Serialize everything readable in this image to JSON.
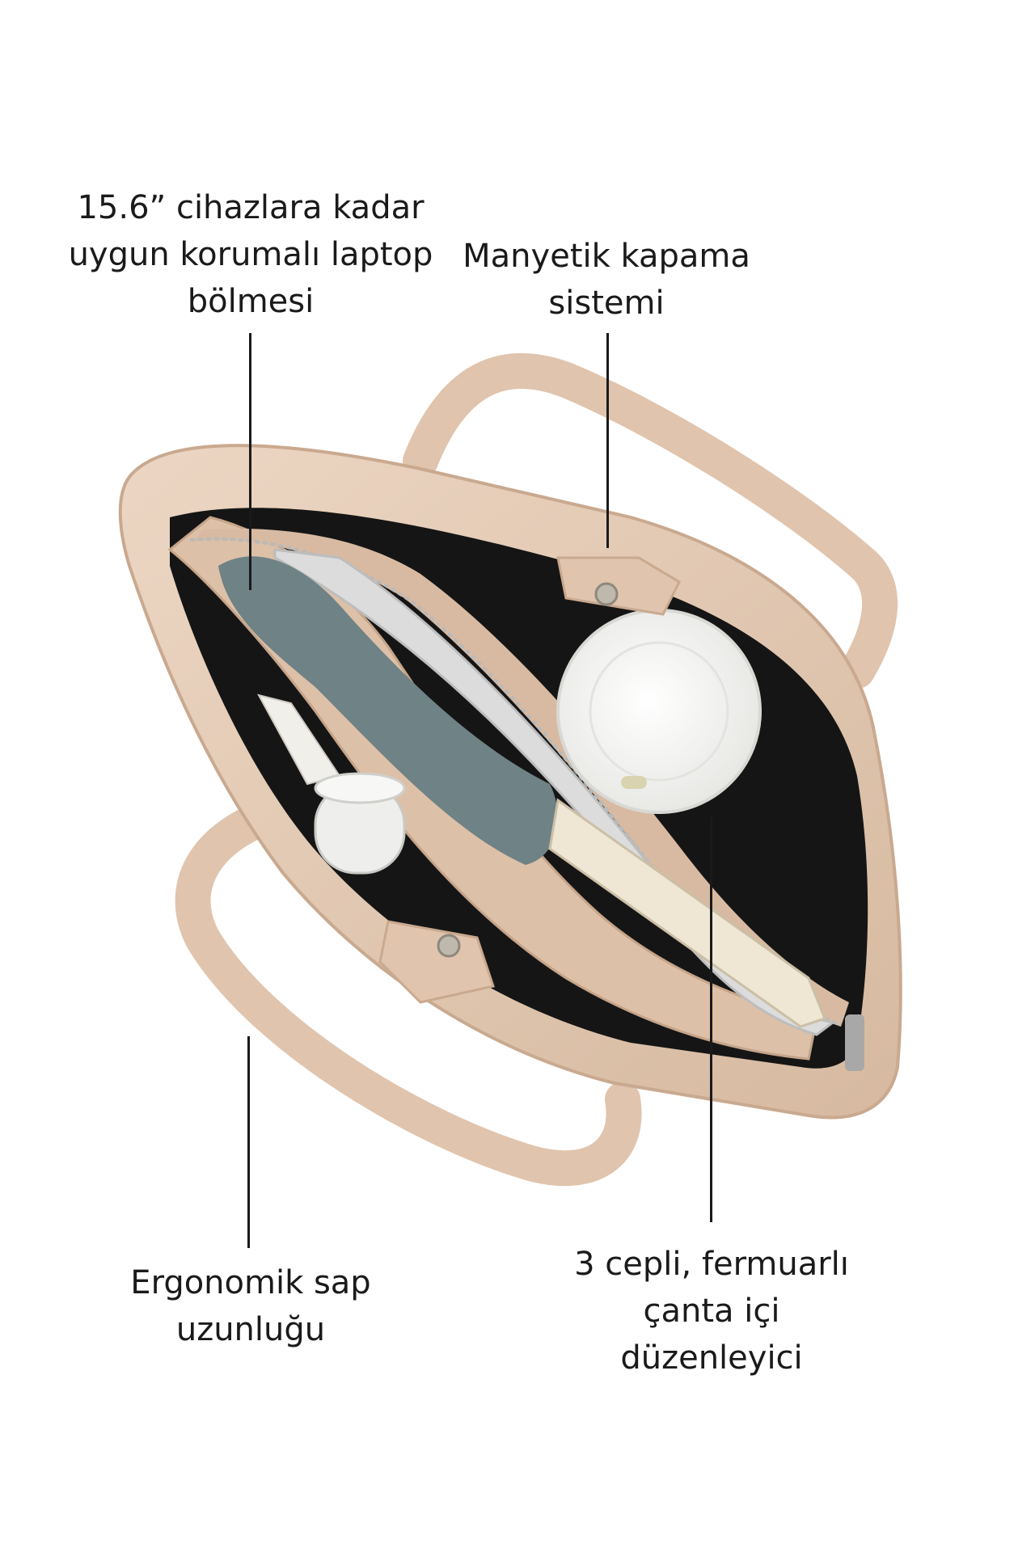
{
  "captions": {
    "laptop": [
      "15.6” cihazlara kadar",
      "uygun korumalı laptop",
      "bölmesi"
    ],
    "magnet": [
      "Manyetik kapama",
      "sistemi"
    ],
    "handle": [
      "Ergonomik sap",
      "uzunluğu"
    ],
    "organizer": [
      "3 cepli, fermuarlı",
      "çanta içi",
      "düzenleyici"
    ]
  },
  "colors": {
    "leather": "#e3c9b3",
    "leather_dark": "#c9a98f",
    "lining": "#151515",
    "towel": "#6f8285",
    "cup_lid": "#f4f4f2"
  }
}
